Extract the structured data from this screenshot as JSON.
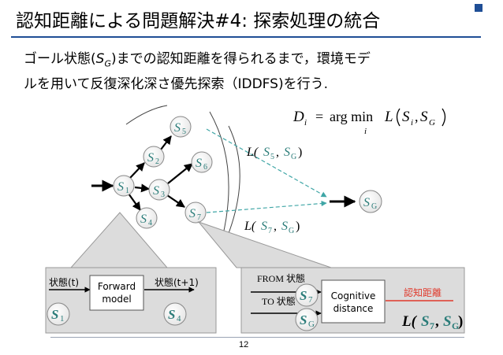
{
  "slide": {
    "title": "認知距離による問題解決#4: 探索処理の統合",
    "body": {
      "line1_pre": "ゴール状態(",
      "sym_s": "S",
      "sym_g": "G",
      "line1_post": ")までの認知距離を得られるまで，環境モデ",
      "line2": "ルを用いて反復深化深さ優先探索（IDDFS)を行う."
    },
    "page_number": "12"
  },
  "formula": {
    "lhs": "D",
    "lhs_sub": "i",
    "eq": "=",
    "op": "arg min",
    "op_sub": "i",
    "func": "L",
    "arg1": "S",
    "arg1_sub": "i",
    "arg2": "S",
    "arg2_sub": "G"
  },
  "tree": {
    "nodes": [
      {
        "id": "s1",
        "label": "S",
        "sub": "1"
      },
      {
        "id": "s2",
        "label": "S",
        "sub": "2"
      },
      {
        "id": "s3",
        "label": "S",
        "sub": "3"
      },
      {
        "id": "s4",
        "label": "S",
        "sub": "4"
      },
      {
        "id": "s5",
        "label": "S",
        "sub": "5"
      },
      {
        "id": "s6",
        "label": "S",
        "sub": "6"
      },
      {
        "id": "s7",
        "label": "S",
        "sub": "7"
      },
      {
        "id": "sg",
        "label": "S",
        "sub": "G"
      }
    ],
    "edge_label_top": {
      "func": "L(",
      "s": "S",
      "s_sub": "5",
      "sep": ", ",
      "g": "S",
      "g_sub": "G",
      "close": ")"
    },
    "edge_label_bottom": {
      "func": "L(",
      "s": "S",
      "s_sub": "7",
      "sep": ", ",
      "g": "S",
      "g_sub": "G",
      "close": ")"
    }
  },
  "forward_box": {
    "input_label": "状態(t)",
    "output_label": "状態(t+1)",
    "model_label_1": "Forward",
    "model_label_2": "model",
    "in_node": {
      "label": "S",
      "sub": "1"
    },
    "out_node": {
      "label": "S",
      "sub": "4"
    }
  },
  "cognitive_box": {
    "from_label": "FROM 状態",
    "to_label": "TO 状態",
    "model_label_1": "Cognitive",
    "model_label_2": "distance",
    "output_label": "認知距離",
    "in_node_top": {
      "label": "S",
      "sub": "7"
    },
    "in_node_bottom": {
      "label": "S",
      "sub": "G"
    },
    "result": {
      "func": "L(",
      "s": "S",
      "s_sub": "7",
      "sep": ", ",
      "g": "S",
      "g_sub": "G",
      "close": ")"
    }
  },
  "colors": {
    "accent_blue": "#1f4e96",
    "node_text": "#2c7d7a",
    "highlight_red": "#e0392b",
    "dashed_teal": "#3fa6a6",
    "panel_gray": "#dcdcdc"
  }
}
